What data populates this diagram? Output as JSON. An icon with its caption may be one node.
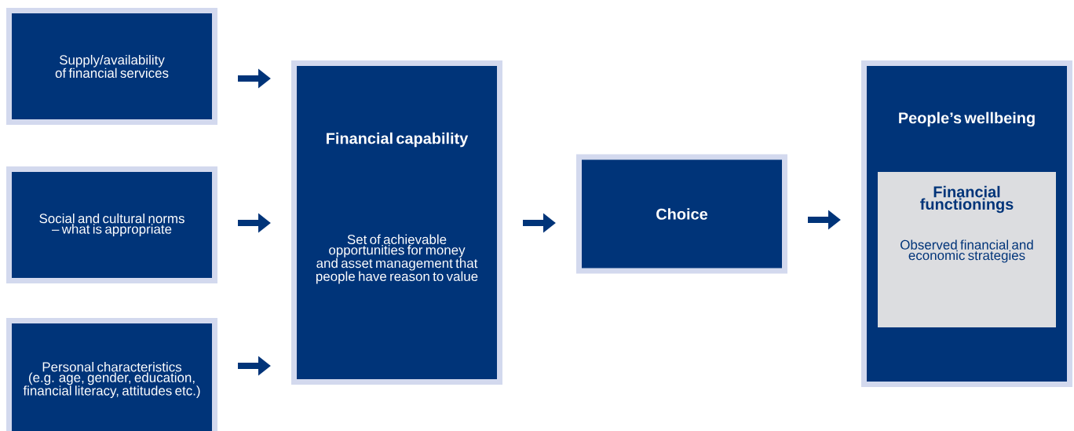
{
  "diagram": {
    "nodes": [
      {
        "text": [
          "Supply/availability of financial services"
        ]
      },
      {
        "text": [
          "Social and cultural norms – what is appropriate"
        ]
      },
      {
        "text": [
          "Personal characteristics (e.g. age, gender, education, financial literacy, attitudes etc.)"
        ]
      },
      {
        "text": [
          "Financial capability",
          "Set of achievable opportunities for money and asset management that people have reason to value"
        ]
      },
      {
        "text": [
          "Choice"
        ]
      },
      {
        "text": [
          "People’s wellbeing"
        ]
      },
      {
        "text": [
          "Financial functionings",
          "Observed financial and economic strategies"
        ],
        "in": 5
      }
    ],
    "edges": [
      {
        "from": 0,
        "to": 3,
        "arrow": "to"
      },
      {
        "from": 1,
        "to": 3,
        "arrow": "to"
      },
      {
        "from": 2,
        "to": 3,
        "arrow": "to"
      },
      {
        "from": 3,
        "to": 4,
        "arrow": "to"
      },
      {
        "from": 4,
        "to": 5,
        "arrow": "to"
      }
    ]
  }
}
